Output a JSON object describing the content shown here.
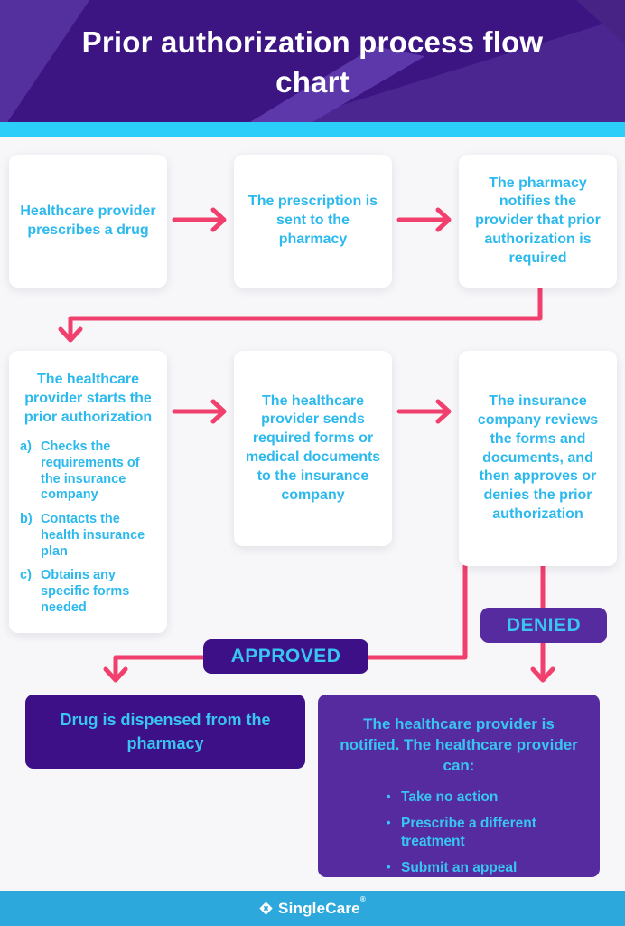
{
  "header": {
    "title": "Prior authorization process flow chart"
  },
  "steps": [
    {
      "text": "Healthcare provider prescribes a drug"
    },
    {
      "text": "The prescription is sent to the pharmacy"
    },
    {
      "text": "The pharmacy notifies the provider that prior authorization is required"
    },
    {
      "heading": "The healthcare provider starts the prior authorization",
      "items": [
        {
          "marker": "a)",
          "text": "Checks the requirements of the insurance company"
        },
        {
          "marker": "b)",
          "text": "Contacts the health insurance plan"
        },
        {
          "marker": "c)",
          "text": "Obtains any specific forms needed"
        }
      ]
    },
    {
      "text": "The healthcare provider sends required forms or medical documents to the insurance company"
    },
    {
      "text": "The insurance company reviews the forms and documents, and then approves or denies the prior authorization"
    }
  ],
  "outcomes": {
    "approved_label": "APPROVED",
    "denied_label": "DENIED",
    "approved_result": "Drug is dispensed from the pharmacy",
    "denied_heading": "The healthcare provider is notified. The healthcare provider can:",
    "denied_options": [
      {
        "text": "Take no action"
      },
      {
        "text": "Prescribe a different treatment"
      },
      {
        "text": "Submit an appeal"
      }
    ]
  },
  "footer": {
    "brand": "SingleCare",
    "trademark": "®"
  },
  "ui": {
    "bullet": "•",
    "logo_icon": "singlecare-pinwheel-icon"
  },
  "colors": {
    "header_purple": "#3c1583",
    "deco_purple_light": "#54309e",
    "deco_purple_mid": "#4b2691",
    "accent_stripe_cyan": "#2bcdf9",
    "page_background": "#f7f7f9",
    "card_white": "#ffffff",
    "step_text_cyan": "#2cb9ed",
    "result_text_cyan": "#38c5f0",
    "arrow_pink": "#f13f6e",
    "approved_badge_purple": "#3e1088",
    "denied_badge_purple": "#562b9f",
    "footer_blue": "#2da8dc"
  }
}
